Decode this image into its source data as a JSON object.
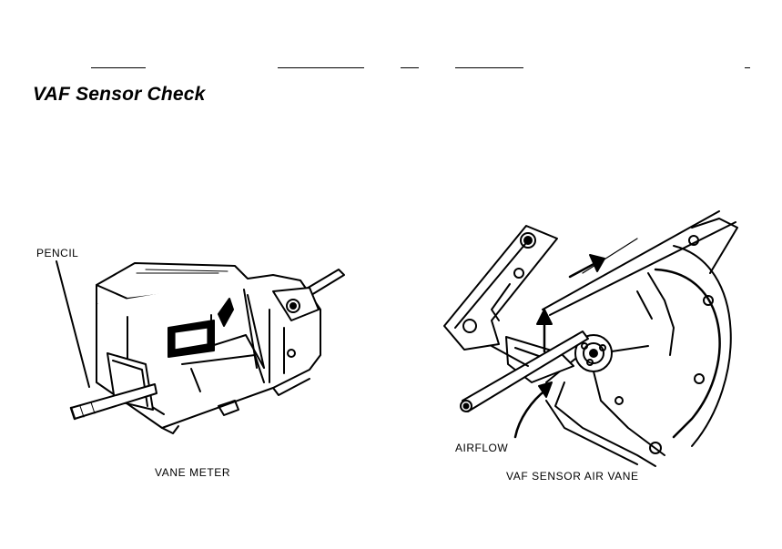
{
  "page": {
    "title": "VAF Sensor Check"
  },
  "figures": {
    "vane_meter": {
      "callout": "PENCIL",
      "caption": "VANE METER"
    },
    "air_vane": {
      "callout": "AIRFLOW",
      "caption": "VAF SENSOR AIR VANE"
    }
  }
}
